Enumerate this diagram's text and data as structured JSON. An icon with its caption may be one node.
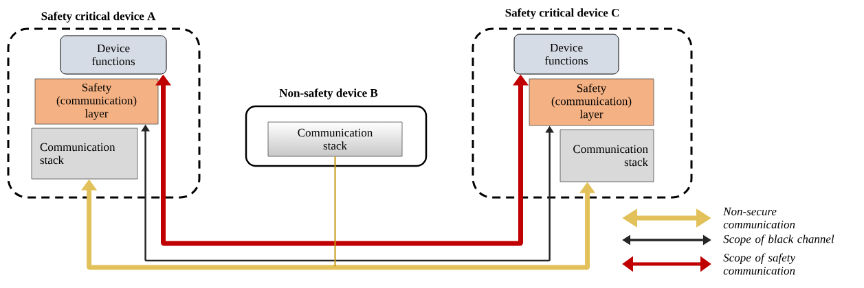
{
  "diagram": {
    "nodes": [
      {
        "text": [
          "Safety critical device A"
        ]
      },
      {
        "text": [
          "Device functions"
        ],
        "in": 0
      },
      {
        "text": [
          "Safety (communication) layer"
        ],
        "in": 0
      },
      {
        "text": [
          "Communication stack"
        ],
        "in": 0
      },
      {
        "text": [
          "Non-safety device B"
        ]
      },
      {
        "text": [
          "Communication stack"
        ],
        "in": 4
      },
      {
        "text": [
          "Safety critical device C"
        ]
      },
      {
        "text": [
          "Device functions"
        ],
        "in": 6
      },
      {
        "text": [
          "Safety (communication) layer"
        ],
        "in": 6
      },
      {
        "text": [
          "Communication stack"
        ],
        "in": 6
      }
    ],
    "edges": [
      {
        "from": 1,
        "to": 7,
        "arrow": "both",
        "style": "thick",
        "color": "#c00000"
      },
      {
        "from": 2,
        "to": 8,
        "arrow": "both",
        "color": "#262626"
      },
      {
        "from": 3,
        "to": 9,
        "arrow": "both",
        "style": "thick",
        "color": "#e2c15a"
      },
      {
        "from": 5,
        "to": null,
        "arrow": "none",
        "color": "#c8960c"
      }
    ],
    "legend": [
      {
        "text": "Non-secure communication"
      },
      {
        "text": "Scope of black channel"
      },
      {
        "text": "Scope of safety communication"
      }
    ]
  }
}
